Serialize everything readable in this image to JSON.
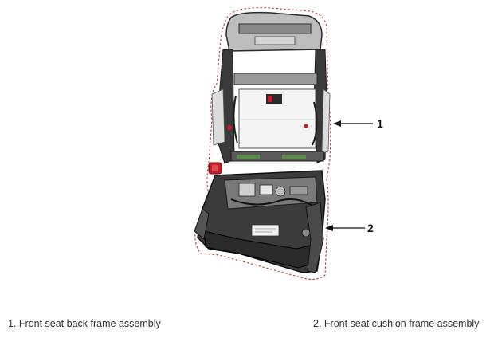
{
  "callouts": [
    {
      "number": "1"
    },
    {
      "number": "2"
    }
  ],
  "legend": [
    {
      "text": "1. Front seat back frame assembly"
    },
    {
      "text": "2. Front seat cushion frame assembly"
    }
  ],
  "colors": {
    "outline_dash": "#c0392b",
    "frame_dark": "#2b2b2b",
    "frame_mid": "#6b6b6b",
    "frame_light": "#bdbdbd",
    "panel_white": "#f4f4f4",
    "accent_green": "#5d8c4e",
    "accent_red": "#c0202a"
  }
}
